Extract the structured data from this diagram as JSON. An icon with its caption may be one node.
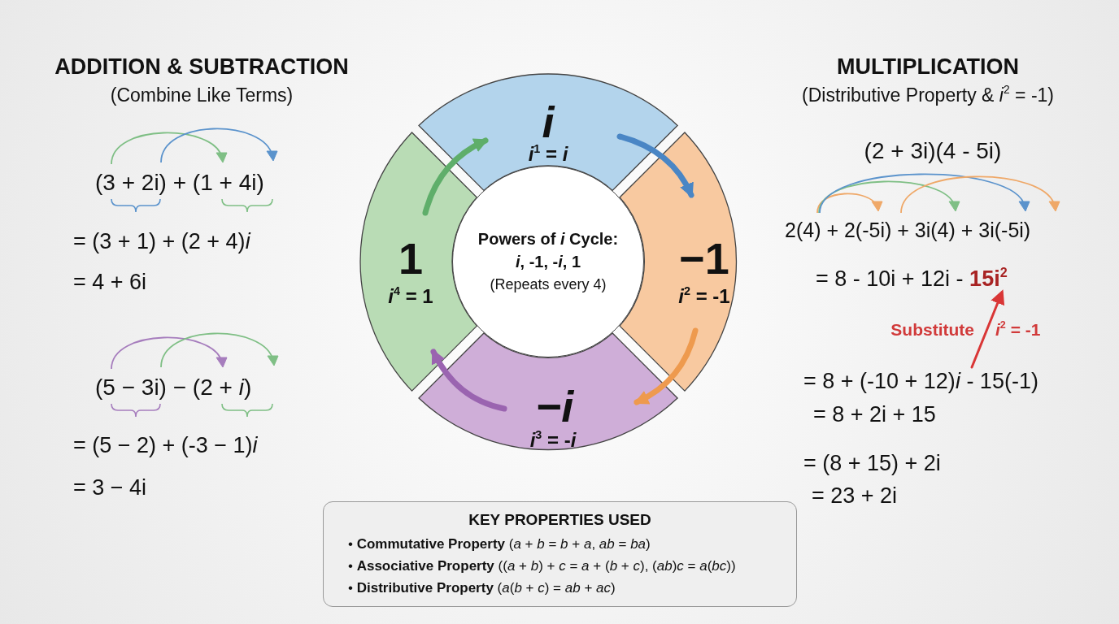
{
  "diagram": {
    "nodes": [
      {
        "text": [
          "i",
          "*i*$^{1}$ = *i*"
        ]
      },
      {
        "text": [
          "−1",
          "*i*$^{2}$ = -1"
        ]
      },
      {
        "text": [
          "−i",
          "*i*$^{3}$ = -*i*"
        ]
      },
      {
        "text": [
          "1",
          "*i*$^{4}$ = 1"
        ]
      },
      {
        "text": [
          "Powers of *i* Cycle:",
          "*i*, -1, -*i*, 1",
          "(Repeats every 4)"
        ]
      },
      {
        "text": [
          "= 8 - 10i + 12i -",
          "15i$^{2}$"
        ]
      },
      {
        "text": [
          "= 8 + (-10 + 12)*i* - 15(-1)"
        ]
      },
      {
        "text": [
          "KEY PROPERTIES USED",
          "• **Commutative Property** (*a* + *b* = *b* + *a*, *ab* = *ba*)",
          "• **Associative Property** ((*a* + *b*) + *c* = *a* + (*b* + *c*), (*ab*)*c* = *a*(*bc*))",
          "• **Distributive Property** (*a*(*b* + *c*) = *ab* + *ac*)"
        ]
      }
    ],
    "edges": [
      {
        "from": 0,
        "to": 1,
        "arrow": "to",
        "color": "#4a86c5"
      },
      {
        "from": 1,
        "to": 2,
        "arrow": "to",
        "color": "#ee9a4e"
      },
      {
        "from": 2,
        "to": 3,
        "arrow": "to",
        "color": "#9a64b0"
      },
      {
        "from": 3,
        "to": 0,
        "arrow": "to",
        "color": "#5fae6a"
      },
      {
        "from": 6,
        "to": 5,
        "arrow": "to",
        "color": "#d93636"
      }
    ],
    "labels": [
      "ADDITION & SUBTRACTION",
      "(Combine Like Terms)",
      "MULTIPLICATION",
      "(Distributive Property & *i*$^{2}$ = -1)",
      "(3 + 2i) + (1 + 4i)",
      "(2 + 3i)(4 - 5i)",
      "2(4) + 2(-5i) + 3i(4) + 3i(-5i)",
      "= (3 + 1) + (2 + 4)*i*",
      "= 4 + 6i",
      "Substitute",
      "*i*$^{2}$ = -1",
      "(5 − 3i) − (2 + *i*)",
      "= 8 + 2i + 15",
      "= (5 − 2) + (-3 − 1)*i*",
      "= (8 + 15) + 2i",
      "= 3 − 4i",
      "= 23 + 2i"
    ]
  }
}
